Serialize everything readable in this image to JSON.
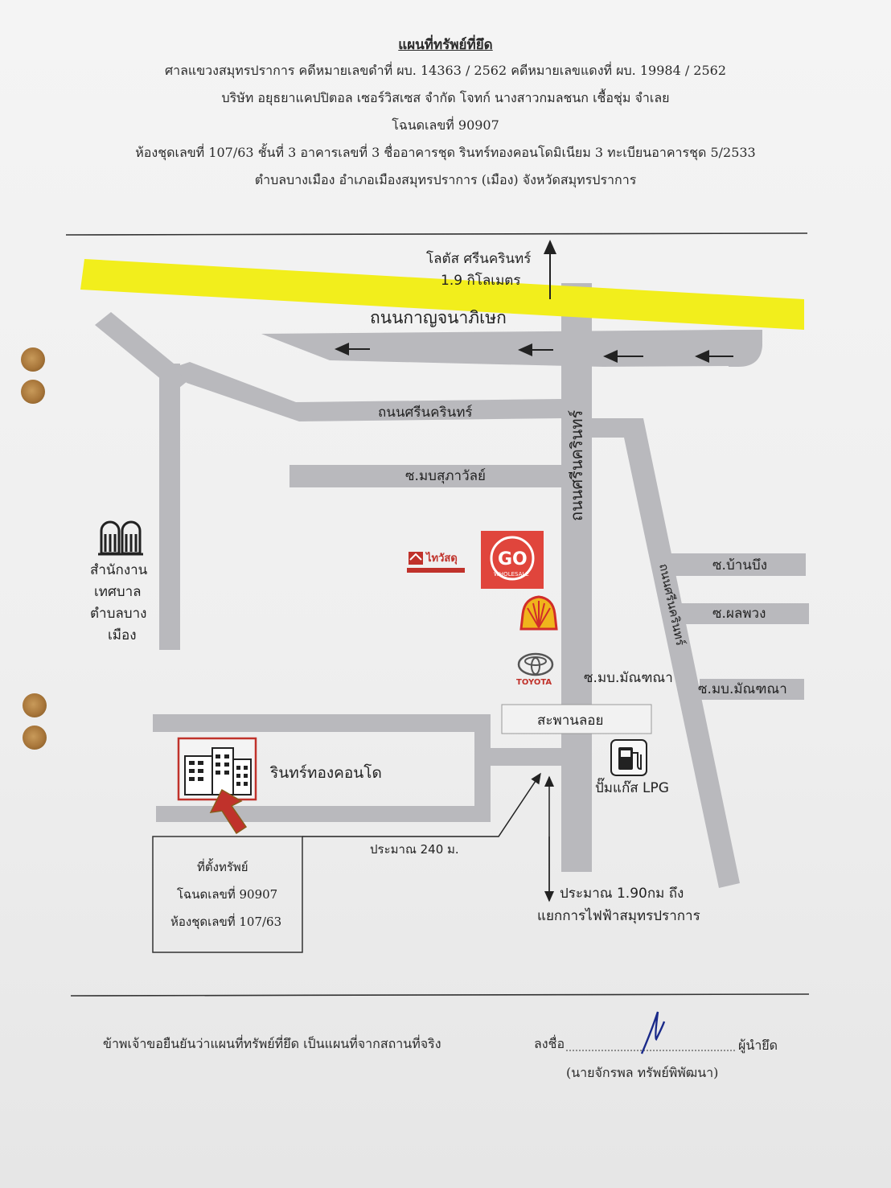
{
  "header": {
    "title": "แผนที่ทรัพย์ที่ยึด",
    "line1": "ศาลแขวงสมุทรปราการ    คดีหมายเลขดำที่ ผบ. 14363 / 2562    คดีหมายเลขแดงที่ ผบ. 19984 / 2562",
    "line2": "บริษัท อยุธยาแคปปิตอล เซอร์วิสเซส จำกัด  โจทก์   นางสาวกมลชนก  เชื้อชุ่ม  จำเลย",
    "line3": "โฉนดเลขที่ 90907",
    "line4": "ห้องชุดเลขที่ 107/63  ชั้นที่ 3  อาคารเลขที่ 3  ชื่ออาคารชุด รินทร์ทองคอนโดมิเนียม 3 ทะเบียนอาคารชุด 5/2533",
    "line5": "ตำบลบางเมือง  อำเภอเมืองสมุทรปราการ (เมือง)  จังหวัดสมุทรปราการ"
  },
  "map": {
    "lotus_line1": "โลตัส ศรีนครินทร์",
    "lotus_line2": "1.9 กิโลเมตร",
    "road_main": "ถนนกาญจนาภิเษก",
    "road_srinakarin_h": "ถนนศรีนครินทร์",
    "road_srinakarin_v": "ถนนศรีนครินทร์",
    "road_srinakarin_diag": "ถนนศรีนครินทร์",
    "soi_mob": "ซ.มบสุภาวัลย์",
    "soi_banbueng": "ซ.บ้านบึง",
    "soi_phonphuang": "ซ.ผลพวง",
    "soi_mantana_1": "ซ.มบ.มัณฑณา",
    "soi_mantana_2": "ซ.มบ.มัณฑณา",
    "office_1": "สำนักงาน",
    "office_2": "เทศบาล",
    "office_3": "ตำบลบาง",
    "office_4": "เมือง",
    "thaiwatsadu": "ไทวัสดุ",
    "go_wholesale_1": "GO",
    "go_wholesale_2": "WHOLESALE",
    "toyota": "TOYOTA",
    "bridge": "สะพานลอย",
    "gas": "ปั๊มแก๊ส LPG",
    "condo": "รินทร์ทองคอนโด",
    "distance_240": "ประมาณ 240 ม.",
    "dist_a": "ประมาณ 1.90กม ถึง",
    "dist_b": "แยกการไฟฟ้าสมุทรปราการ",
    "loc_1": "ที่ตั้งทรัพย์",
    "loc_2": "โฉนดเลขที่ 90907",
    "loc_3": "ห้องชุดเลขที่ 107/63"
  },
  "footer": {
    "statement": "ข้าพเจ้าขอยืนยันว่าแผนที่ทรัพย์ที่ยึด เป็นแผนที่จากสถานที่จริง",
    "sign_label": "ลงชื่อ",
    "role": "ผู้นำยึด",
    "signer": "(นายจักรพล   ทรัพย์พิพัฒนา)"
  },
  "colors": {
    "highway": "#f2ee1c",
    "road": "#b9b9bd",
    "marker": "#c0322b",
    "go": "#e0453c",
    "shell": "#f0b41c"
  }
}
